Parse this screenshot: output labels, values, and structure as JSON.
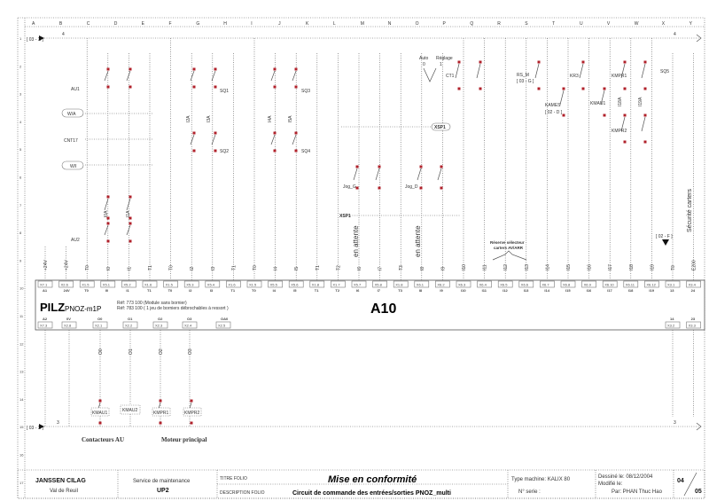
{
  "frame": {
    "columns": [
      "A",
      "B",
      "C",
      "D",
      "E",
      "F",
      "G",
      "H",
      "I",
      "J",
      "K",
      "L",
      "M",
      "N",
      "O",
      "P",
      "Q",
      "R",
      "S",
      "T",
      "U",
      "V",
      "W",
      "X",
      "Y"
    ],
    "rows": [
      "1",
      "2",
      "3",
      "4",
      "5",
      "6",
      "7",
      "8",
      "9",
      "10",
      "11",
      "12",
      "13",
      "14",
      "15",
      "16",
      "17"
    ]
  },
  "buses": {
    "top_ref": "[ 03 - X ]",
    "top_wire_left": "4",
    "top_wire_right": "4",
    "bottom_ref": "[ 03 - X ]",
    "bottom_wire_left": "3",
    "bottom_wire_right": "3"
  },
  "plc": {
    "brand": "PILZ",
    "model": "PNOZ-m1P",
    "ref1": "Réf: 773 100 (Module sans bornier)",
    "ref2": "Réf: 783 100 ( 1 jeu de borniers débrochables à ressort )",
    "tag": "A10",
    "top_terminals": [
      {
        "wire": "+24V",
        "x": "X7.1",
        "pin": "A1"
      },
      {
        "wire": "+24V",
        "x": "X2.6",
        "pin": "24V"
      },
      {
        "wire": "T0",
        "x": "X1.5",
        "pin": "T0"
      },
      {
        "wire": "I0",
        "x": "X5.1",
        "pin": "I0"
      },
      {
        "wire": "I1",
        "x": "X5.2",
        "pin": "I1"
      },
      {
        "wire": "T1",
        "x": "X1.6",
        "pin": "T1"
      },
      {
        "wire": "T0",
        "x": "X1.5",
        "pin": "T0"
      },
      {
        "wire": "I2",
        "x": "X5.3",
        "pin": "I2"
      },
      {
        "wire": "I3",
        "x": "X5.4",
        "pin": "I3"
      },
      {
        "wire": "T1",
        "x": "X1.6",
        "pin": "T1"
      },
      {
        "wire": "T0",
        "x": "X1.5",
        "pin": "T0"
      },
      {
        "wire": "I4",
        "x": "X5.5",
        "pin": "I4"
      },
      {
        "wire": "I5",
        "x": "X5.6",
        "pin": "I5"
      },
      {
        "wire": "T1",
        "x": "X1.8",
        "pin": "T1"
      },
      {
        "wire": "T2",
        "x": "X1.7",
        "pin": "T2"
      },
      {
        "wire": "I6",
        "x": "X5.7",
        "pin": "I6"
      },
      {
        "wire": "I7",
        "x": "X5.8",
        "pin": "I7"
      },
      {
        "wire": "T3",
        "x": "X1.8",
        "pin": "T3"
      },
      {
        "wire": "I8",
        "x": "X6.1",
        "pin": "I8"
      },
      {
        "wire": "I9",
        "x": "X6.2",
        "pin": "I9"
      },
      {
        "wire": "I10",
        "x": "X6.3",
        "pin": "I10"
      },
      {
        "wire": "I11",
        "x": "X6.4",
        "pin": "I11"
      },
      {
        "wire": "I12",
        "x": "X6.5",
        "pin": "I12"
      },
      {
        "wire": "I13",
        "x": "X6.6",
        "pin": "I13"
      },
      {
        "wire": "I14",
        "x": "X6.7",
        "pin": "I14"
      },
      {
        "wire": "I15",
        "x": "X6.8",
        "pin": "I15"
      },
      {
        "wire": "I16",
        "x": "X6.9",
        "pin": "I16"
      },
      {
        "wire": "I17",
        "x": "X6.10",
        "pin": "I17"
      },
      {
        "wire": "I18",
        "x": "X6.11",
        "pin": "I18"
      },
      {
        "wire": "I19",
        "x": "X6.12",
        "pin": "I19"
      },
      {
        "wire": "T0",
        "x": "X3.1",
        "pin": "13"
      },
      {
        "wire": "E200",
        "x": "X3.4",
        "pin": "24"
      }
    ],
    "bottom_terminals": [
      {
        "pin": "A2",
        "x": "X7.3"
      },
      {
        "pin": "0V",
        "x": "X2.8"
      },
      {
        "pin": "O0",
        "x": "X2.1",
        "wire": "O0"
      },
      {
        "pin": "O1",
        "x": "X2.2",
        "wire": "O1"
      },
      {
        "pin": "O2",
        "x": "X2.3",
        "wire": "O2"
      },
      {
        "pin": "O3",
        "x": "X2.4",
        "wire": "O3"
      },
      {
        "pin": "OA0",
        "x": "X2.5"
      }
    ],
    "safety_bottom": [
      {
        "pin": "14",
        "x": "X3.2"
      },
      {
        "pin": "23",
        "x": "X3.3"
      }
    ]
  },
  "components": {
    "au1": "AU1",
    "au2": "AU2",
    "wa": "W/A",
    "wi": "W/I",
    "cnt17": "CNT17",
    "sq1": "SQ1",
    "sq2": "SQ2",
    "sq3": "SQ3",
    "sq4": "SQ4",
    "sq5": "SQ5",
    "i0a": "I0A",
    "i1a": "I1A",
    "i2a": "I2A",
    "i3a": "I3A",
    "i4a": "I4A",
    "i5a": "I5A",
    "i18a": "I18A",
    "i19a": "I19A",
    "auto": "Auto",
    "auto_pos": "0",
    "reglage": "Réglage",
    "reglage_pos": "1",
    "ct1": "CT1",
    "xsp1_tag": "XSP1",
    "xsp1": "XSP1",
    "jog_g": "Jog_G",
    "jog_d": "Jog_D",
    "en_attente_1": "en attente",
    "en_attente_2": "en attente",
    "reserve": "Réserve sélecteur",
    "reserve2": "carters AV/ARR",
    "rs_m": "RS_M",
    "rs_m_ref": "[ 03 - G ]",
    "kames": "KAMES",
    "kames_ref": "[ 02 - D ]",
    "kr3": "KR3",
    "kmau1": "KMAU1",
    "kmpr1": "KMPR1",
    "kmpr2": "KMPR2",
    "ref_02f": "[ 02 - F ]",
    "securite": "Sécurité carters",
    "coil_kmau1": "KMAU1",
    "coil_kmau2": "KMAU2",
    "coil_kmpr1": "KMPR1",
    "coil_kmpr2": "KMPR2",
    "group_au": "Contacteurs AU",
    "group_moteur": "Moteur principal"
  },
  "title_block": {
    "company": "JANSSEN CILAG",
    "site": "Val de Reuil",
    "service_label": "Service de maintenance",
    "service": "UP2",
    "titre_label": "TITRE FOLIO",
    "titre": "Mise en conformité",
    "desc_label": "DESCRIPTION FOLIO",
    "desc": "Circuit de commande des entrées/sorties PNOZ_multi",
    "machine": "Type machine: KALIX 80",
    "serie": "N° serie  :",
    "drawn": "Dessiné le: 08/12/2004",
    "modified": "Modifié le:",
    "author": "Par: PHAN Thuc Hao",
    "page": "04",
    "total": "05"
  }
}
